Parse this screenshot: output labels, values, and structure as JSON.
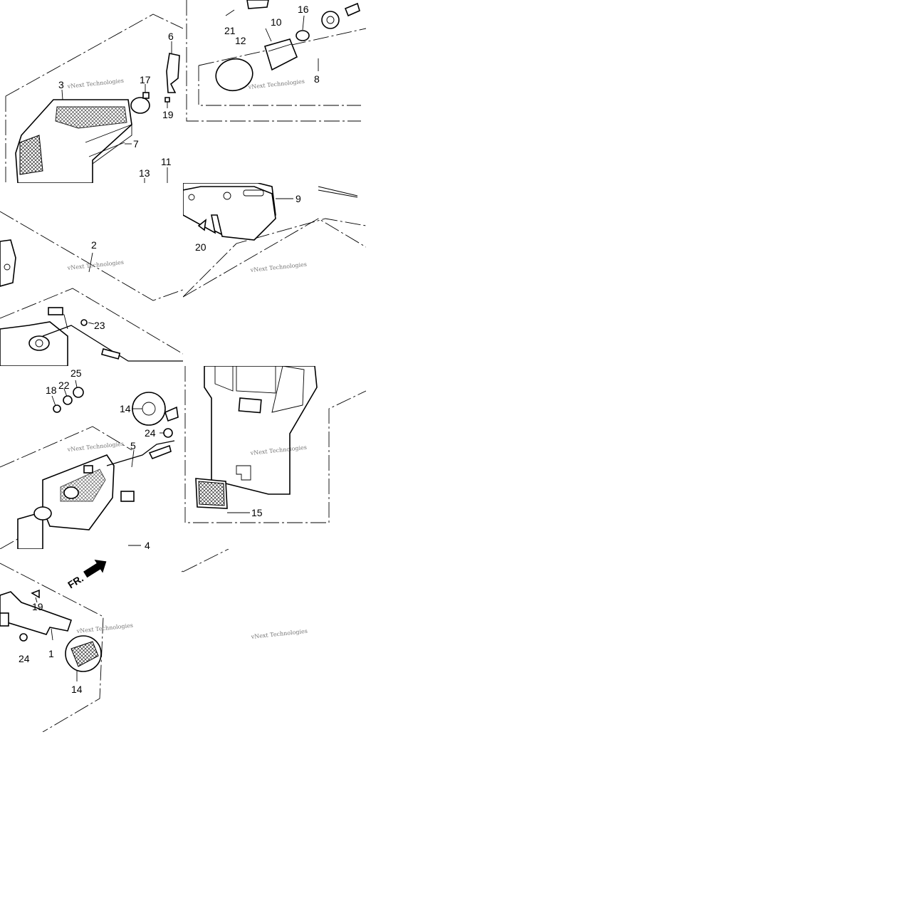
{
  "watermark": "vNext Technologies",
  "direction_label": "FR.",
  "tiles": [
    {
      "id": "t00",
      "labels": [
        "3",
        "17",
        "19",
        "6",
        "7",
        "11",
        "13"
      ]
    },
    {
      "id": "t01",
      "labels": [
        "21",
        "12",
        "10",
        "16",
        "8"
      ]
    },
    {
      "id": "t10",
      "labels": [
        "2",
        "23"
      ]
    },
    {
      "id": "t11",
      "labels": [
        "9",
        "20"
      ]
    },
    {
      "id": "t20",
      "labels": [
        "25",
        "22",
        "18",
        "14",
        "24",
        "5",
        "4"
      ]
    },
    {
      "id": "t21",
      "labels": [
        "15"
      ]
    },
    {
      "id": "t30",
      "labels": [
        "19",
        "24",
        "1",
        "14"
      ]
    },
    {
      "id": "t31",
      "labels": []
    }
  ]
}
